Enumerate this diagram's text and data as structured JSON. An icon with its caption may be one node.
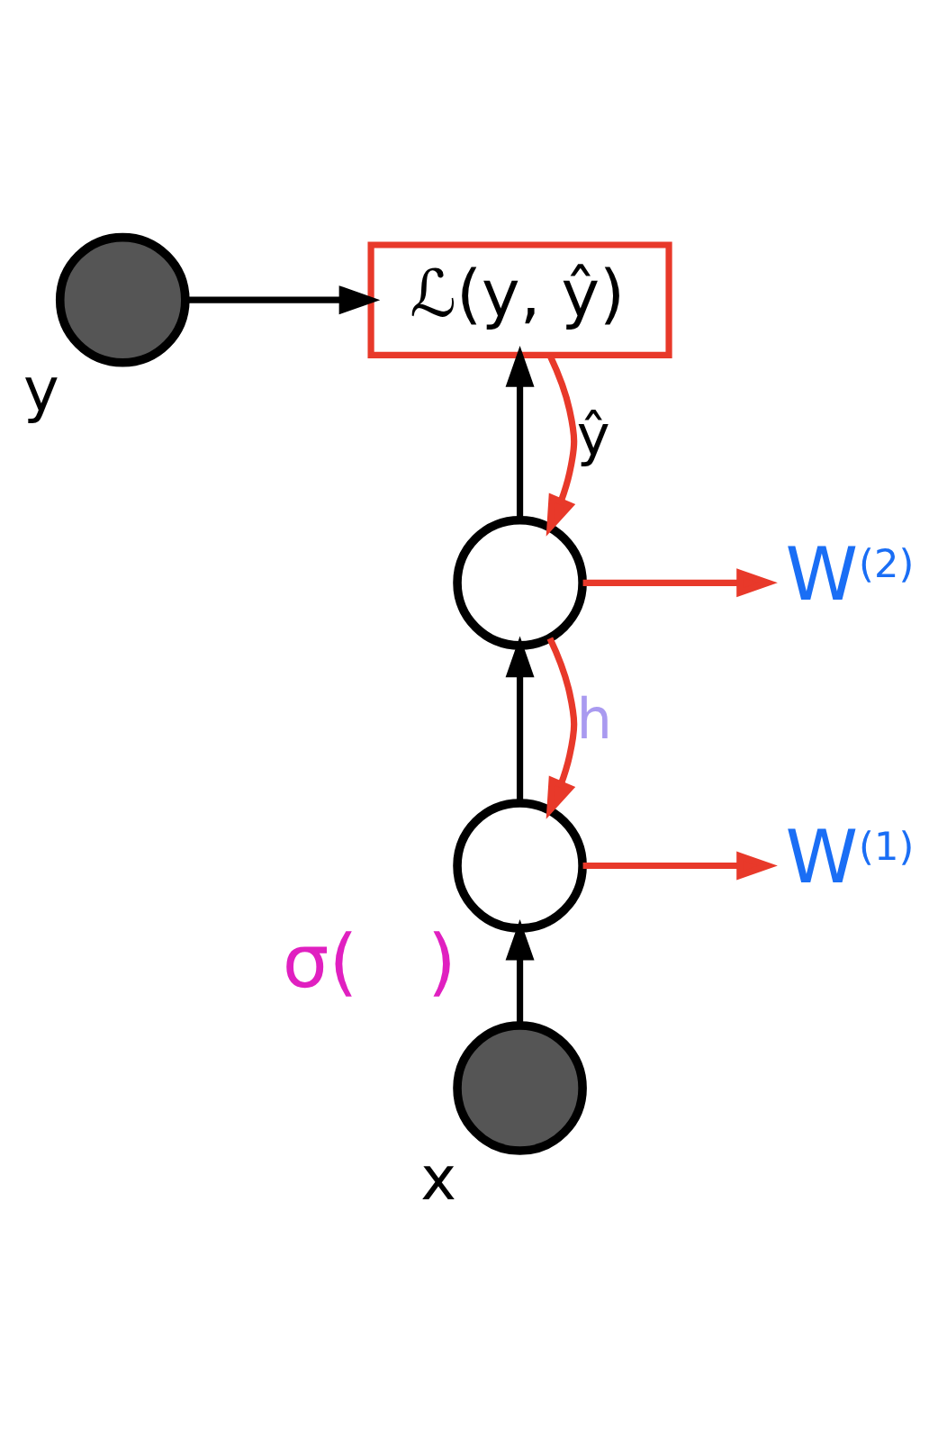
{
  "diagram": {
    "nodes": [
      {
        "text": [],
        "shape": "circle",
        "beside": [
          "y"
        ]
      },
      {
        "text": [
          "ℒ(y, ŷ)"
        ]
      },
      {
        "text": [],
        "shape": "circle"
      },
      {
        "text": [
          "W$^{(2)}$"
        ]
      },
      {
        "text": [],
        "shape": "circle",
        "beside": [
          "σ(",
          ")"
        ]
      },
      {
        "text": [
          "W$^{(1)}$"
        ]
      },
      {
        "text": [],
        "shape": "circle",
        "beside": [
          "x"
        ]
      }
    ],
    "edges": [
      {
        "from": 0,
        "to": 1,
        "arrow": "to"
      },
      {
        "from": 2,
        "to": 1,
        "arrow": "to"
      },
      {
        "from": 1,
        "to": 2,
        "arrow": "to",
        "label": "ŷ",
        "color": "#e8392a"
      },
      {
        "from": 2,
        "to": 3,
        "arrow": "to",
        "color": "#e8392a"
      },
      {
        "from": 4,
        "to": 2,
        "arrow": "to"
      },
      {
        "from": 2,
        "to": 4,
        "arrow": "to",
        "label": "h",
        "color": "#e8392a"
      },
      {
        "from": 4,
        "to": 5,
        "arrow": "to",
        "color": "#e8392a"
      },
      {
        "from": 6,
        "to": 4,
        "arrow": "to"
      }
    ]
  }
}
